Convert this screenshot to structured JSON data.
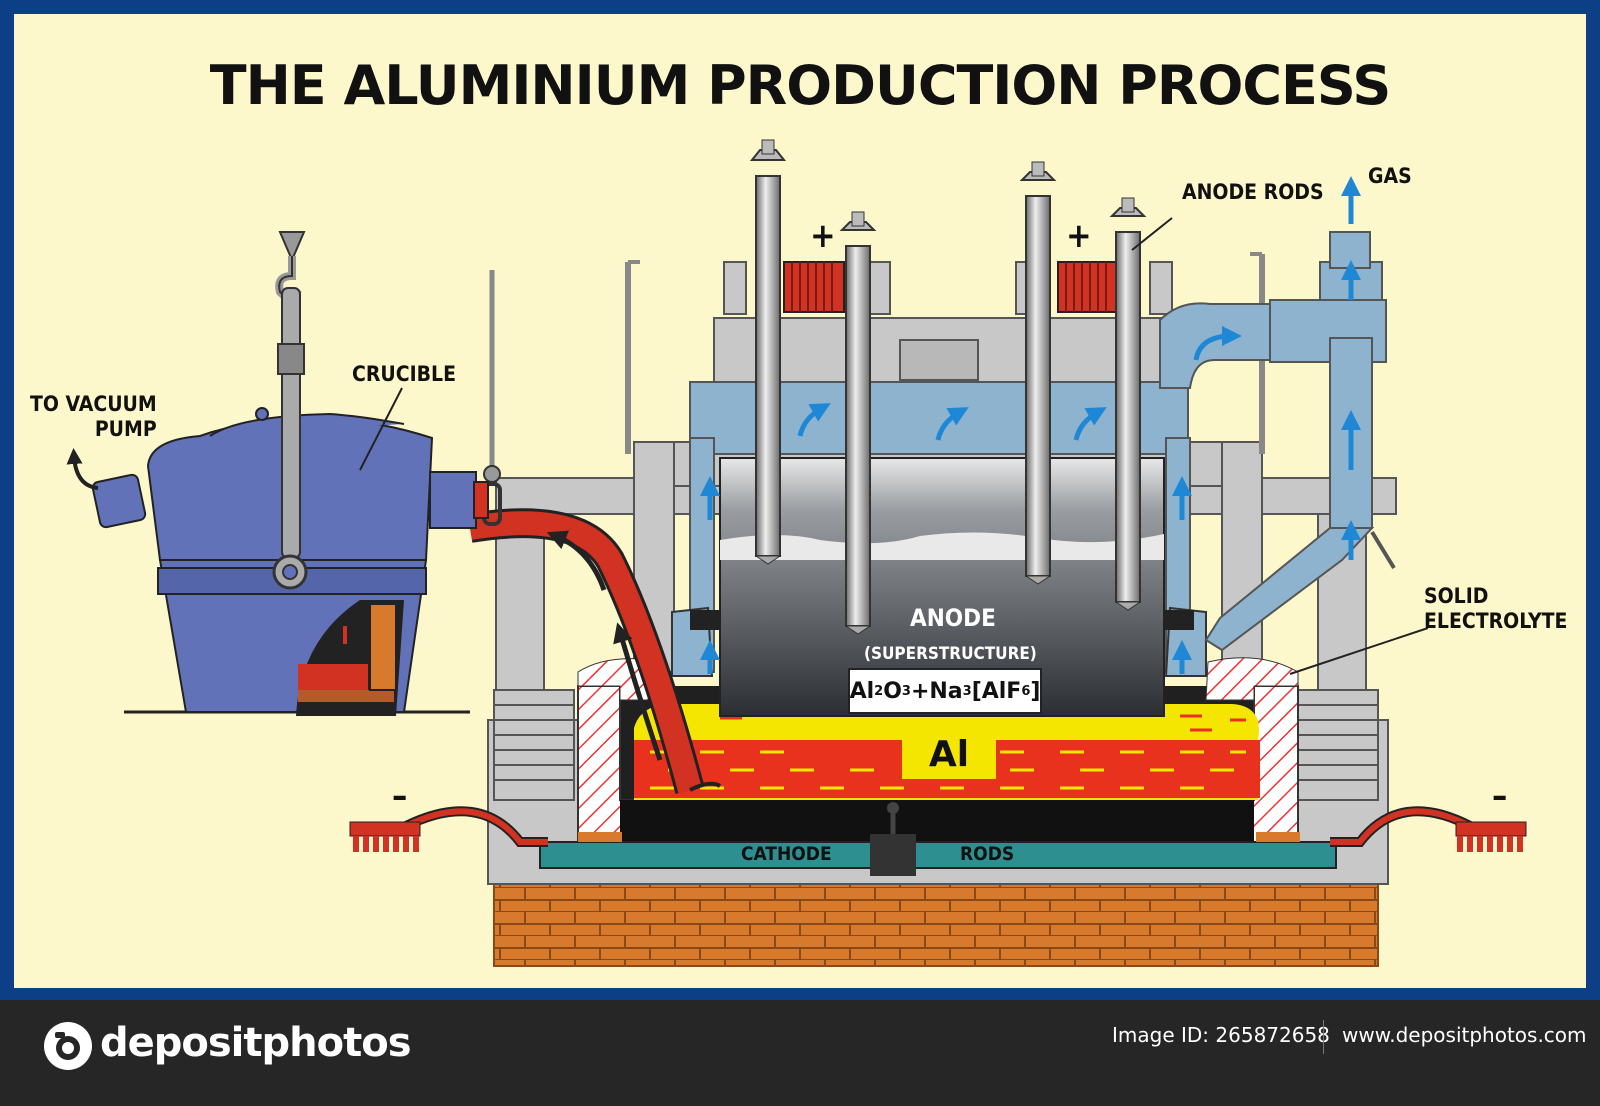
{
  "title": "THE ALUMINIUM PRODUCTION PROCESS",
  "labels": {
    "to_vacuum_pump_line1": "TO VACUUM",
    "to_vacuum_pump_line2": "PUMP",
    "crucible": "CRUCIBLE",
    "anode_rods": "ANODE RODS",
    "gas": "GAS",
    "solid_electrolyte_line1": "SOLID",
    "solid_electrolyte_line2": "ELECTROLYTE",
    "anode": "ANODE",
    "superstructure": "(SUPERSTRUCTURE)",
    "aluminium": "Al",
    "cathode": "CATHODE",
    "rods": "RODS",
    "plus": "+",
    "minus": "–"
  },
  "formula": {
    "al": "Al",
    "al_sub": "2",
    "o": "O",
    "o_sub": "3",
    "plus_na": "+Na",
    "na_sub": "3",
    "alf": "[AlF",
    "f_sub": "6",
    "close": "]"
  },
  "footer": {
    "logo_text": "depositphotos",
    "image_id": "Image ID: 265872658",
    "url": "www.depositphotos.com"
  },
  "colors": {
    "background": "#fdf7cc",
    "frame": "#0d3f86",
    "crucible": "#6272b8",
    "molten_metal": "#e8321e",
    "electrolyte": "#f4e600",
    "gas_pipe": "#8db3cf",
    "flow_arrows": "#1e88d6",
    "anode": "#555b60",
    "cathode_rods": "#2d8f8f",
    "brick": "#d77a2d",
    "structure_grey": "#c8c8c8"
  }
}
